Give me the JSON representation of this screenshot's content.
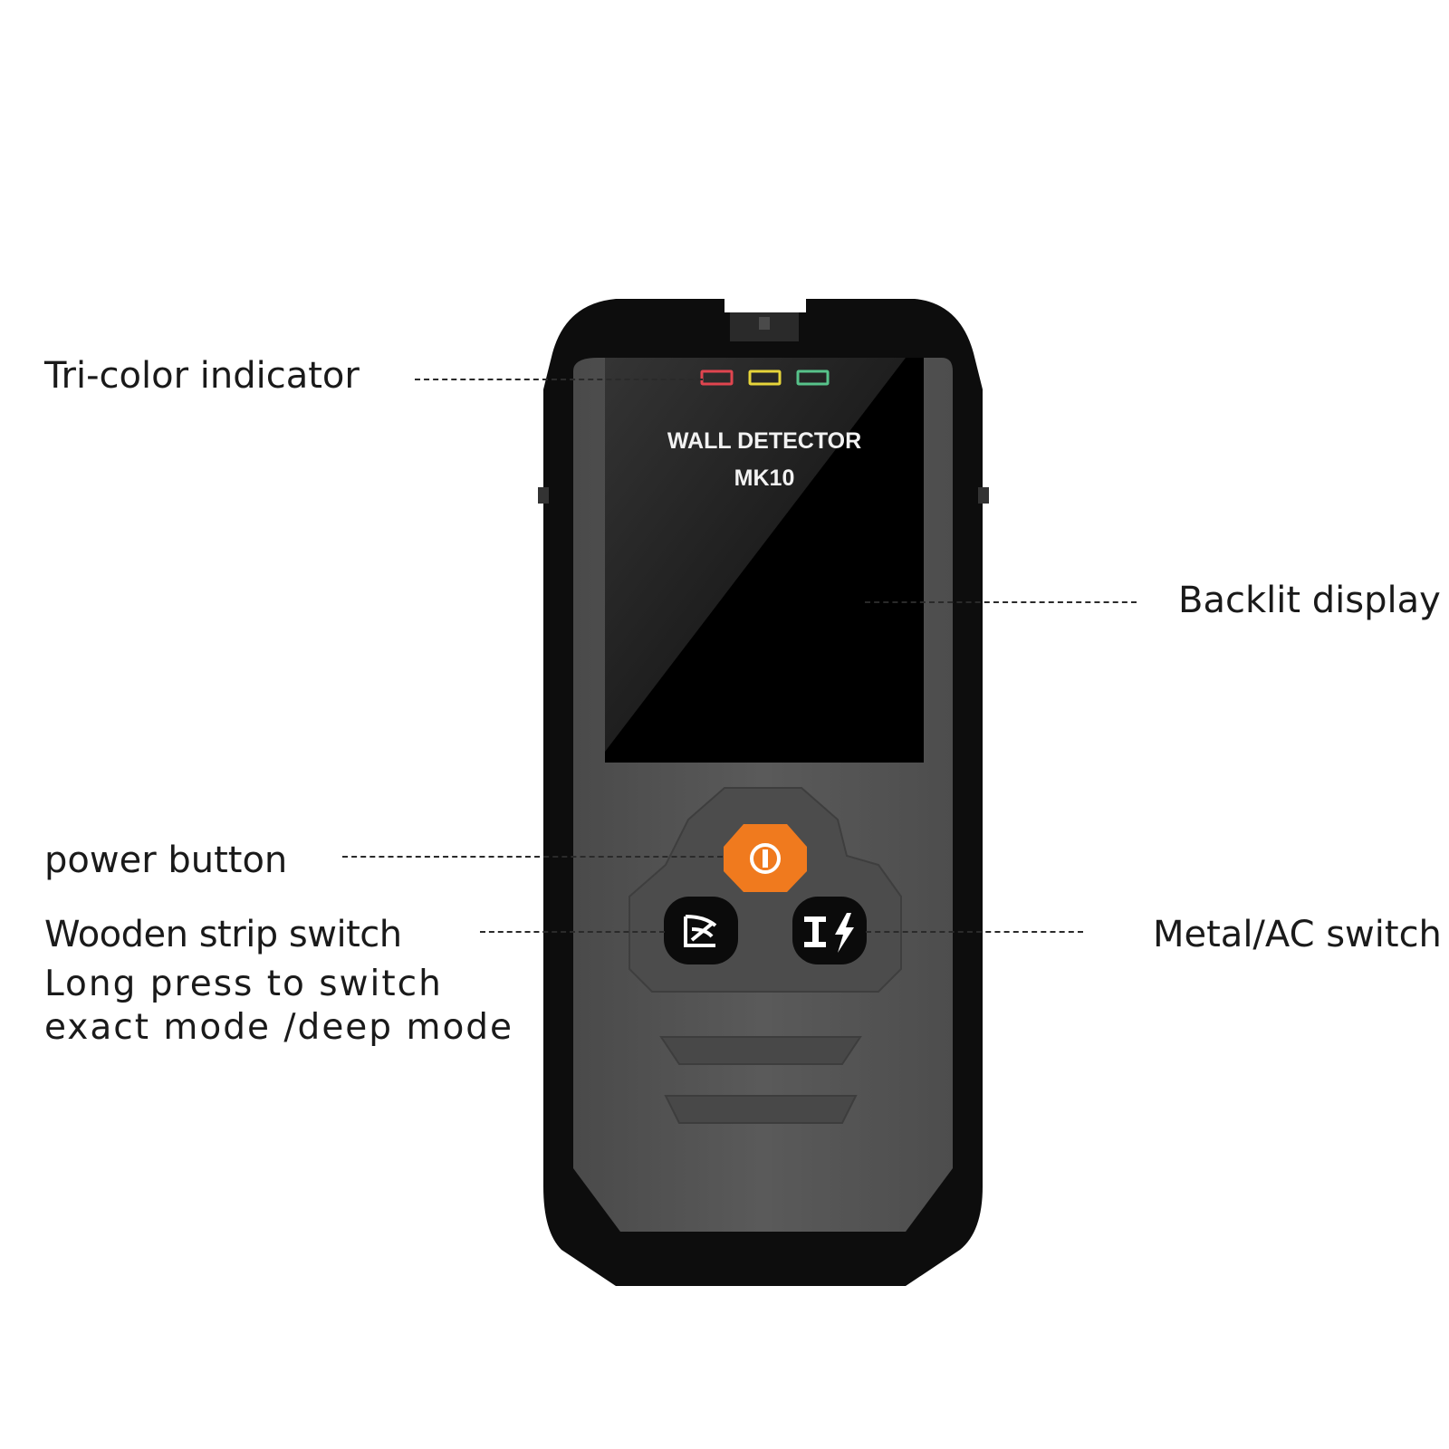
{
  "callouts": {
    "tri_color_indicator": "Tri-color indicator",
    "backlit_display": "Backlit display",
    "power_button": "power button",
    "wooden_strip_switch": "Wooden strip switch",
    "metal_ac_switch": "Metal/AC switch",
    "long_press_note_line1": "Long press to switch",
    "long_press_note_line2": "exact mode /deep mode"
  },
  "device": {
    "screen_title": "WALL DETECTOR",
    "screen_model": "MK10",
    "indicator_colors": [
      "#e0454f",
      "#e6d43a",
      "#57c28a"
    ],
    "power_button_color": "#f07a1e",
    "body_color": "#555555",
    "bumper_color": "#0d0d0d",
    "button_icons": [
      "power-icon",
      "wood-grain-icon",
      "metal-ac-icon"
    ]
  }
}
